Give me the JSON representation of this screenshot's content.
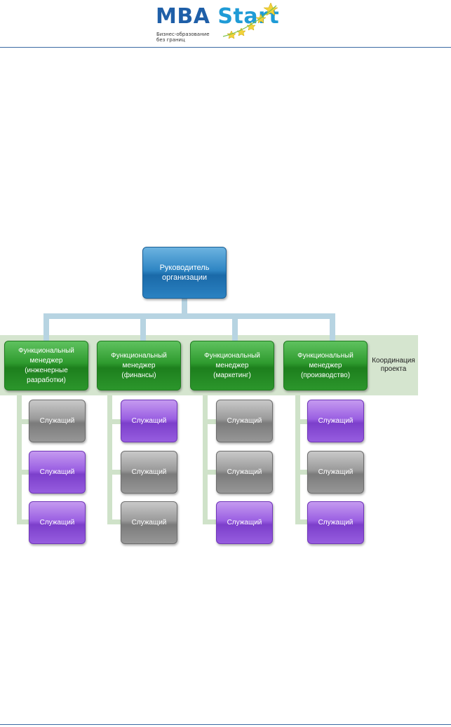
{
  "header": {
    "logo_mba": "MBA",
    "logo_start": "Start",
    "logo_tagline": "Бизнес-образование без границ"
  },
  "diagram": {
    "ceo": "Руководитель организации",
    "coordination": "Координация проекта",
    "managers": [
      "Функциональный менеджер (инженерные разработки)",
      "Функциональный менеджер (финансы)",
      "Функциональный менеджер (маркетинг)",
      "Функциональный менеджер (производство)"
    ],
    "employee_label": "Служащий",
    "columns": [
      [
        "gray",
        "purple",
        "purple"
      ],
      [
        "purple",
        "gray",
        "gray"
      ],
      [
        "gray",
        "gray",
        "purple"
      ],
      [
        "purple",
        "gray",
        "purple"
      ]
    ]
  }
}
